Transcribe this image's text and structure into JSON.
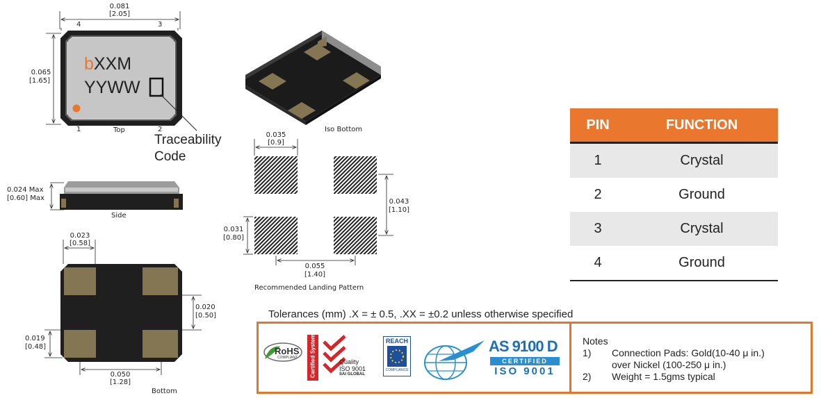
{
  "top_view": {
    "width_in": "0.081",
    "width_mm": "[2.05]",
    "height_in": "0.065",
    "height_mm": "[1.65]",
    "pin_4": "4",
    "pin_3": "3",
    "pin_1": "1",
    "pin_2": "2",
    "marking_prefix": "b",
    "marking_line1": "XXM",
    "marking_line2": "YYWW",
    "traceability_label_1": "Traceability",
    "traceability_label_2": "Code",
    "caption": "Top"
  },
  "iso_view": {
    "caption": "Iso Bottom"
  },
  "side_view": {
    "height_in": "0.024 Max",
    "height_mm": "[0.60] Max",
    "caption": "Side"
  },
  "bottom_view": {
    "pad_width_in": "0.023",
    "pad_width_mm": "[0.58]",
    "pad_height_in": "0.020",
    "pad_height_mm": "[0.50]",
    "pad_gap_in": "0.019",
    "pad_gap_mm": "[0.48]",
    "pad_pitch_in": "0.050",
    "pad_pitch_mm": "[1.28]",
    "caption": "Bottom"
  },
  "landing_pattern": {
    "pad_width_in": "0.035",
    "pad_width_mm": "[0.9]",
    "pitch_v_in": "0.043",
    "pitch_v_mm": "[1.10]",
    "pad_height_in": "0.031",
    "pad_height_mm": "[0.80]",
    "pitch_h_in": "0.055",
    "pitch_h_mm": "[1.40]",
    "caption": "Recommended Landing Pattern"
  },
  "pin_table": {
    "headers": [
      "PIN",
      "FUNCTION"
    ],
    "rows": [
      {
        "pin": "1",
        "function": "Crystal"
      },
      {
        "pin": "2",
        "function": "Ground"
      },
      {
        "pin": "3",
        "function": "Crystal"
      },
      {
        "pin": "4",
        "function": "Ground"
      }
    ]
  },
  "tolerances": "Tolerances (mm) .X = ± 0.5,  .XX = ±0.2 unless otherwise specified",
  "certifications": {
    "rohs": "RoHS",
    "rohs_sub": "COMPLIANT",
    "certified_system": "Certified System",
    "quality": "Quality",
    "iso_9001": "ISO 9001",
    "sai_global": "SAI GLOBAL",
    "reach": "REACH",
    "reach_sub": "COMPLIANCE",
    "as9100": "AS 9100 D",
    "certified": "CERTIFIED",
    "iso_badge": "ISO 9001"
  },
  "notes": {
    "title": "Notes",
    "items": [
      {
        "num": "1)",
        "line1": "Connection Pads: Gold(10-40 μ in.)",
        "line2": "over Nickel (100-250 μ in.)"
      },
      {
        "num": "2)",
        "line1": "Weight = 1.5gms typical",
        "line2": ""
      }
    ]
  },
  "colors": {
    "accent_orange": "#e9782e",
    "package_dark": "#1f1f1f",
    "lid_gray": "#c8c8c8",
    "pad_gold": "#8a7a55"
  }
}
